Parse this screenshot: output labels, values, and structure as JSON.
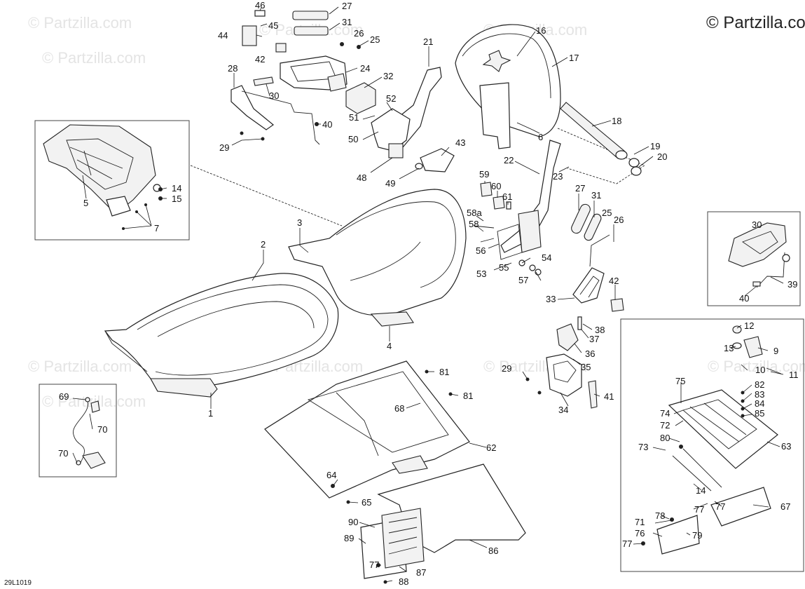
{
  "copyright": "© Partzilla.co",
  "watermark_text": "© Partzilla.com",
  "diagram_code": "29L1019",
  "labels": [
    "1",
    "2",
    "3",
    "4",
    "5",
    "6",
    "7",
    "9",
    "10",
    "11",
    "12",
    "13",
    "14",
    "15",
    "16",
    "17",
    "18",
    "19",
    "20",
    "21",
    "22",
    "23",
    "24",
    "25",
    "26",
    "27",
    "28",
    "29",
    "30",
    "31",
    "32",
    "33",
    "34",
    "35",
    "36",
    "37",
    "38",
    "39",
    "40",
    "41",
    "42",
    "43",
    "44",
    "45",
    "46",
    "48",
    "49",
    "50",
    "51",
    "52",
    "53",
    "54",
    "55",
    "56",
    "57",
    "58",
    "58a",
    "59",
    "60",
    "61",
    "62",
    "63",
    "64",
    "65",
    "67",
    "68",
    "69",
    "70",
    "71",
    "72",
    "73",
    "74",
    "75",
    "76",
    "77",
    "78",
    "79",
    "80",
    "81",
    "82",
    "83",
    "84",
    "85",
    "86",
    "87",
    "88",
    "89",
    "90"
  ]
}
